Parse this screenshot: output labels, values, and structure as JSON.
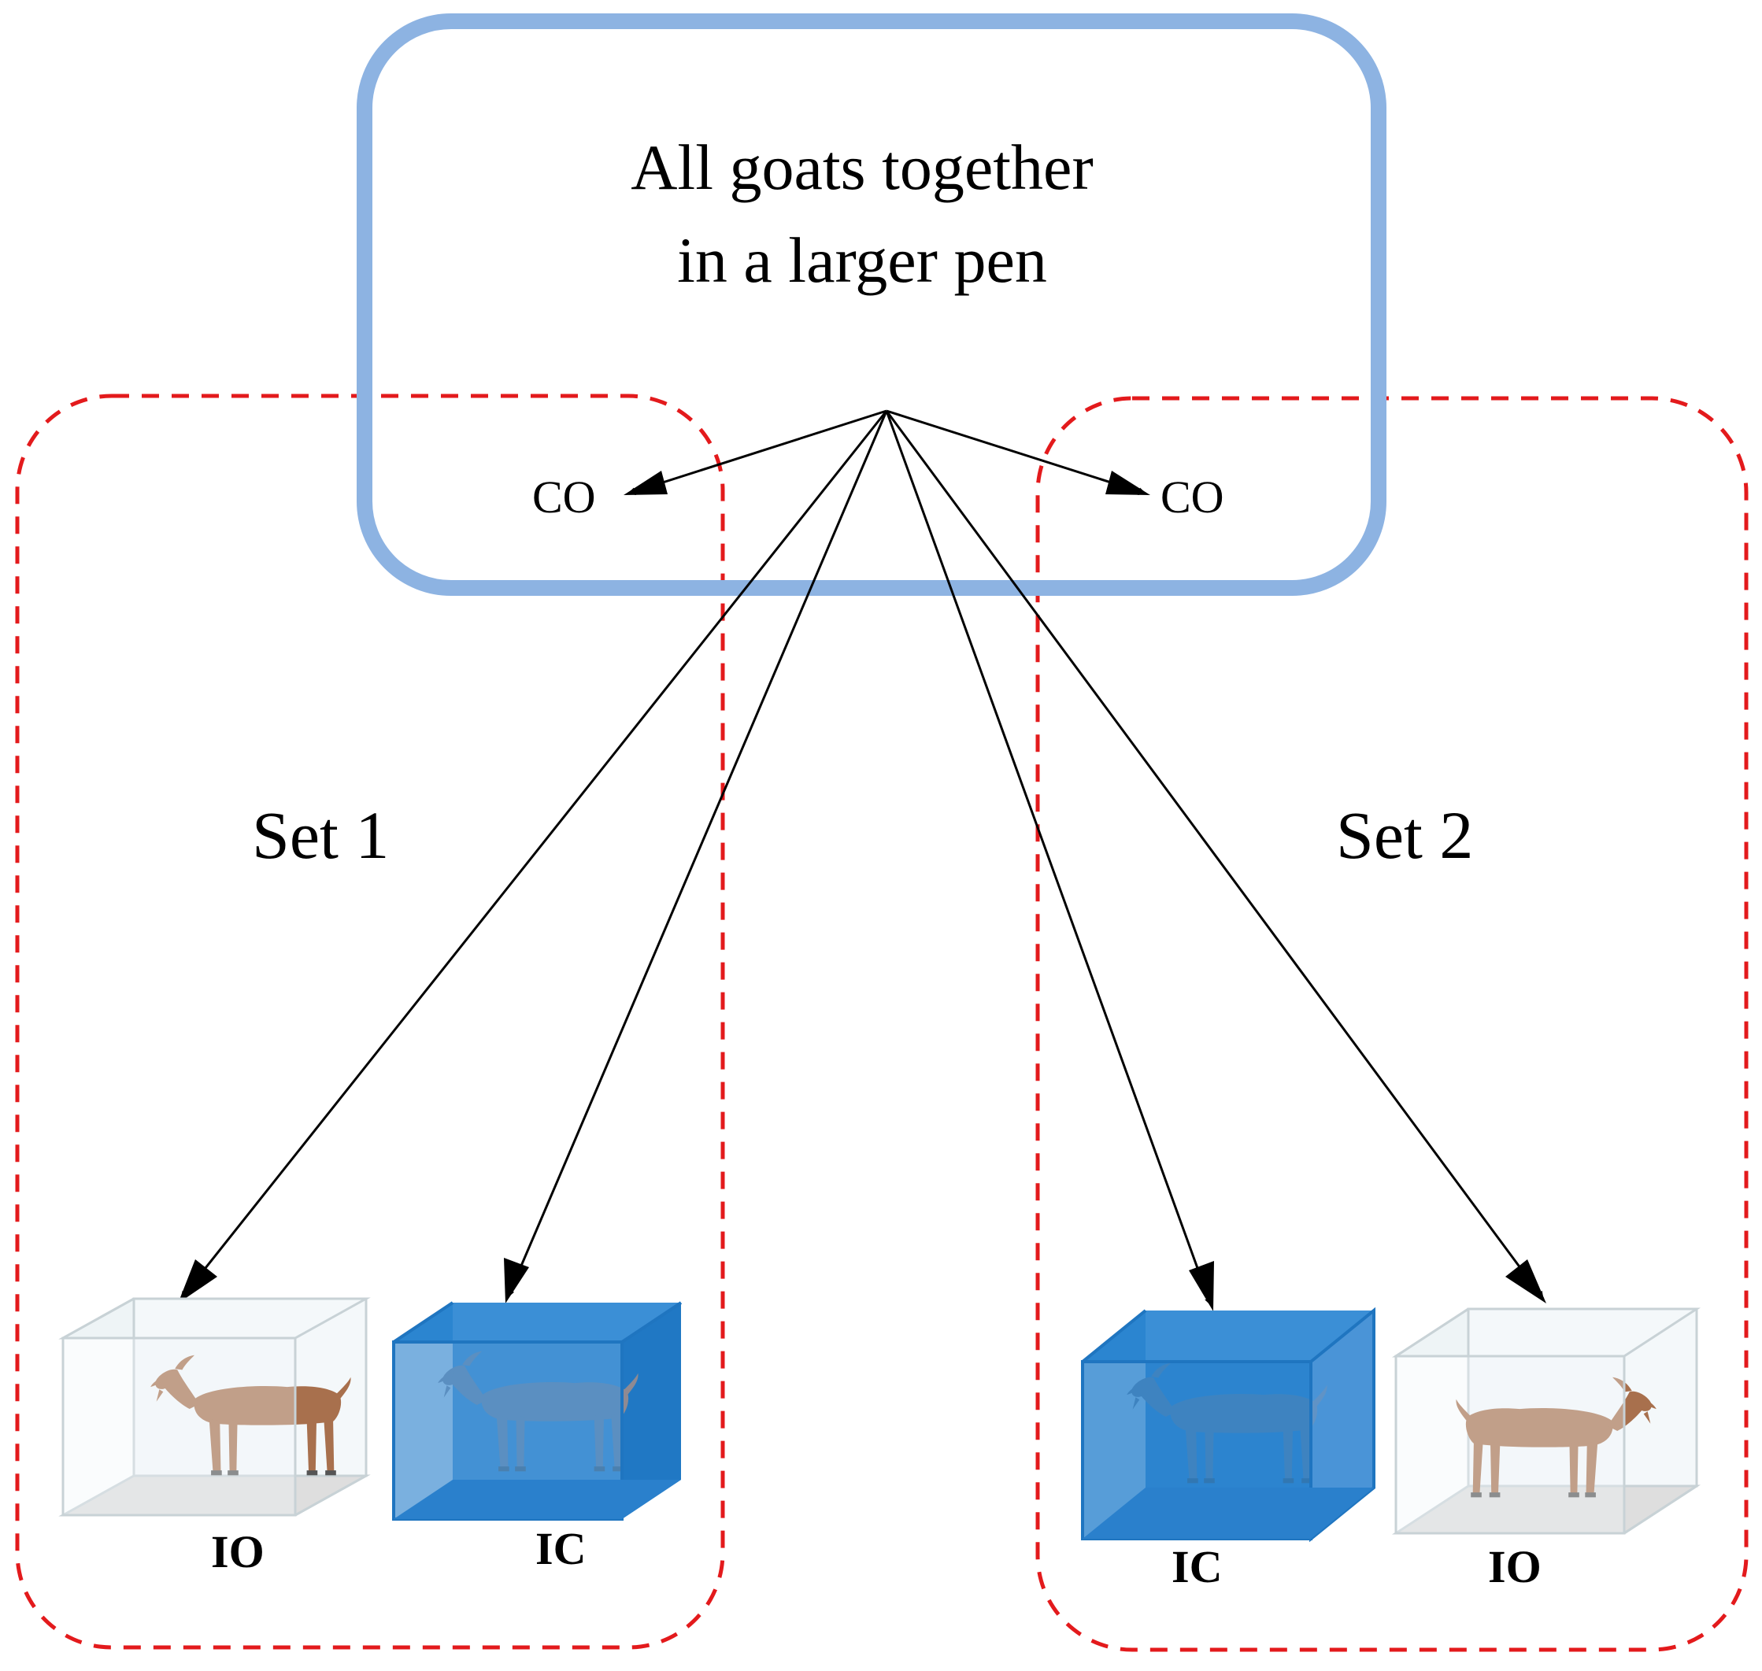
{
  "title": {
    "line1": "All goats together",
    "line2": "in a larger pen"
  },
  "co_labels": [
    "CO",
    "CO"
  ],
  "sets": [
    {
      "label": "Set 1",
      "pens": [
        {
          "label": "IO",
          "type": "open"
        },
        {
          "label": "IC",
          "type": "closed"
        }
      ]
    },
    {
      "label": "Set 2",
      "pens": [
        {
          "label": "IC",
          "type": "closed"
        },
        {
          "label": "IO",
          "type": "open"
        }
      ]
    }
  ],
  "colors": {
    "pen_border": "#8db3e2",
    "set_border": "#e31a1c",
    "closed_box": "#2b85d0",
    "open_box": "#e6eff2",
    "goat_open": "#a8704d",
    "goat_closed": "#8f8a92",
    "arrow": "#000000"
  },
  "icons": {
    "goat": "goat-icon",
    "closed_pen": "closed-pen-icon",
    "open_pen": "open-pen-icon"
  }
}
